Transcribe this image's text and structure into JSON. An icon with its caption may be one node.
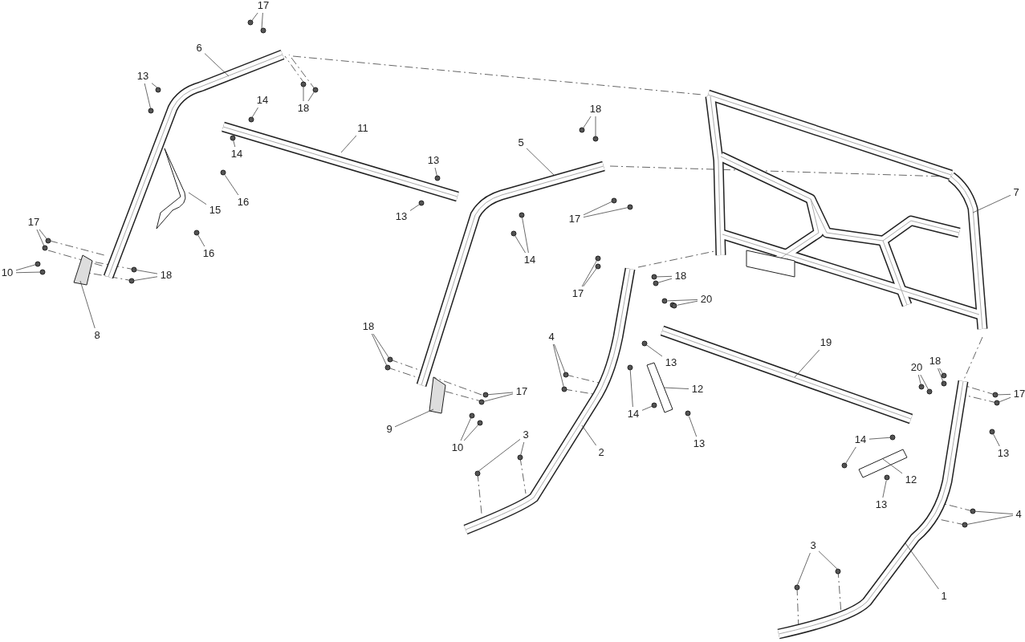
{
  "diagram": {
    "nodes": [
      {
        "text": [
          "17"
        ]
      },
      {
        "text": [
          "6"
        ]
      },
      {
        "text": [
          "13"
        ]
      },
      {
        "text": [
          "14"
        ]
      },
      {
        "text": [
          "18"
        ]
      },
      {
        "text": [
          "14"
        ]
      },
      {
        "text": [
          "11"
        ]
      },
      {
        "text": [
          "5"
        ]
      },
      {
        "text": [
          "18"
        ]
      },
      {
        "text": [
          "13"
        ]
      },
      {
        "text": [
          "13"
        ]
      },
      {
        "text": [
          "15"
        ]
      },
      {
        "text": [
          "16"
        ]
      },
      {
        "text": [
          "16"
        ]
      },
      {
        "text": [
          "17"
        ]
      },
      {
        "text": [
          "10"
        ]
      },
      {
        "text": [
          "18"
        ]
      },
      {
        "text": [
          "8"
        ]
      },
      {
        "text": [
          "17"
        ]
      },
      {
        "text": [
          "14"
        ]
      },
      {
        "text": [
          "7"
        ]
      },
      {
        "text": [
          "17"
        ]
      },
      {
        "text": [
          "18"
        ]
      },
      {
        "text": [
          "20"
        ]
      },
      {
        "text": [
          "18"
        ]
      },
      {
        "text": [
          "4"
        ]
      },
      {
        "text": [
          "13"
        ]
      },
      {
        "text": [
          "19"
        ]
      },
      {
        "text": [
          "17"
        ]
      },
      {
        "text": [
          "12"
        ]
      },
      {
        "text": [
          "14"
        ]
      },
      {
        "text": [
          "9"
        ]
      },
      {
        "text": [
          "10"
        ]
      },
      {
        "text": [
          "13"
        ]
      },
      {
        "text": [
          "3"
        ]
      },
      {
        "text": [
          "2"
        ]
      },
      {
        "text": [
          "20"
        ]
      },
      {
        "text": [
          "18"
        ]
      },
      {
        "text": [
          "17"
        ]
      },
      {
        "text": [
          "14"
        ]
      },
      {
        "text": [
          "13"
        ]
      },
      {
        "text": [
          "12"
        ]
      },
      {
        "text": [
          "13"
        ]
      },
      {
        "text": [
          "4"
        ]
      },
      {
        "text": [
          "3"
        ]
      },
      {
        "text": [
          "1"
        ]
      },
      {
        "text": [],
        "shape": "circle"
      },
      {
        "text": [],
        "shape": "circle"
      },
      {
        "text": [],
        "shape": "bar"
      },
      {
        "text": [],
        "shape": "circle"
      },
      {
        "text": [],
        "shape": "circle"
      },
      {
        "text": [],
        "shape": "circle"
      }
    ],
    "edges": [
      {
        "from": 0,
        "to": null,
        "arrow": "none"
      },
      {
        "from": 0,
        "to": null,
        "arrow": "none"
      },
      {
        "from": 1,
        "to": null,
        "arrow": "none"
      },
      {
        "from": 2,
        "to": null,
        "arrow": "none"
      },
      {
        "from": 2,
        "to": null,
        "arrow": "none"
      },
      {
        "from": 3,
        "to": null,
        "arrow": "none"
      },
      {
        "from": 4,
        "to": null,
        "arrow": "none"
      },
      {
        "from": 4,
        "to": null,
        "arrow": "none"
      },
      {
        "from": 5,
        "to": null,
        "arrow": "none"
      },
      {
        "from": 6,
        "to": null,
        "arrow": "none"
      },
      {
        "from": 7,
        "to": null,
        "arrow": "none"
      },
      {
        "from": 8,
        "to": null,
        "arrow": "none"
      },
      {
        "from": 8,
        "to": null,
        "arrow": "none"
      },
      {
        "from": 9,
        "to": null,
        "arrow": "none"
      },
      {
        "from": 10,
        "to": null,
        "arrow": "none"
      },
      {
        "from": 11,
        "to": null,
        "arrow": "none"
      },
      {
        "from": 12,
        "to": 46,
        "arrow": "none"
      },
      {
        "from": 13,
        "to": null,
        "arrow": "none"
      },
      {
        "from": 14,
        "to": null,
        "arrow": "none"
      },
      {
        "from": 14,
        "to": null,
        "arrow": "none"
      },
      {
        "from": 15,
        "to": null,
        "arrow": "none"
      },
      {
        "from": 15,
        "to": null,
        "arrow": "none"
      },
      {
        "from": 16,
        "to": null,
        "arrow": "none"
      },
      {
        "from": 16,
        "to": null,
        "arrow": "none"
      },
      {
        "from": 17,
        "to": null,
        "arrow": "none"
      },
      {
        "from": 18,
        "to": null,
        "arrow": "none"
      },
      {
        "from": 18,
        "to": null,
        "arrow": "none"
      },
      {
        "from": 19,
        "to": null,
        "arrow": "none"
      },
      {
        "from": 19,
        "to": null,
        "arrow": "none"
      },
      {
        "from": 20,
        "to": null,
        "arrow": "none"
      },
      {
        "from": 21,
        "to": null,
        "arrow": "none"
      },
      {
        "from": 21,
        "to": null,
        "arrow": "none"
      },
      {
        "from": 22,
        "to": null,
        "arrow": "none"
      },
      {
        "from": 22,
        "to": null,
        "arrow": "none"
      },
      {
        "from": 23,
        "to": 47,
        "arrow": "none"
      },
      {
        "from": 23,
        "to": 51,
        "arrow": "none"
      },
      {
        "from": 24,
        "to": null,
        "arrow": "none"
      },
      {
        "from": 24,
        "to": null,
        "arrow": "none"
      },
      {
        "from": 25,
        "to": null,
        "arrow": "none"
      },
      {
        "from": 25,
        "to": null,
        "arrow": "none"
      },
      {
        "from": 26,
        "to": null,
        "arrow": "none"
      },
      {
        "from": 27,
        "to": null,
        "arrow": "none"
      },
      {
        "from": 28,
        "to": null,
        "arrow": "none"
      },
      {
        "from": 28,
        "to": null,
        "arrow": "none"
      },
      {
        "from": 29,
        "to": 48,
        "arrow": "none"
      },
      {
        "from": 30,
        "to": null,
        "arrow": "none"
      },
      {
        "from": 30,
        "to": null,
        "arrow": "none"
      },
      {
        "from": 31,
        "to": null,
        "arrow": "none"
      },
      {
        "from": 32,
        "to": null,
        "arrow": "none"
      },
      {
        "from": 32,
        "to": null,
        "arrow": "none"
      },
      {
        "from": 33,
        "to": 49,
        "arrow": "none"
      },
      {
        "from": 34,
        "to": null,
        "arrow": "none"
      },
      {
        "from": 34,
        "to": null,
        "arrow": "none"
      },
      {
        "from": 35,
        "to": null,
        "arrow": "none"
      },
      {
        "from": 36,
        "to": null,
        "arrow": "none"
      },
      {
        "from": 36,
        "to": null,
        "arrow": "none"
      },
      {
        "from": 37,
        "to": null,
        "arrow": "none"
      },
      {
        "from": 37,
        "to": null,
        "arrow": "none"
      },
      {
        "from": 38,
        "to": null,
        "arrow": "none"
      },
      {
        "from": 38,
        "to": null,
        "arrow": "none"
      },
      {
        "from": 39,
        "to": null,
        "arrow": "none"
      },
      {
        "from": 39,
        "to": null,
        "arrow": "none"
      },
      {
        "from": 40,
        "to": null,
        "arrow": "none"
      },
      {
        "from": 41,
        "to": null,
        "arrow": "none"
      },
      {
        "from": 42,
        "to": 50,
        "arrow": "none"
      },
      {
        "from": 43,
        "to": null,
        "arrow": "none"
      },
      {
        "from": 43,
        "to": null,
        "arrow": "none"
      },
      {
        "from": 44,
        "to": null,
        "arrow": "none"
      },
      {
        "from": 44,
        "to": null,
        "arrow": "none"
      },
      {
        "from": 45,
        "to": null,
        "arrow": "none"
      }
    ]
  }
}
